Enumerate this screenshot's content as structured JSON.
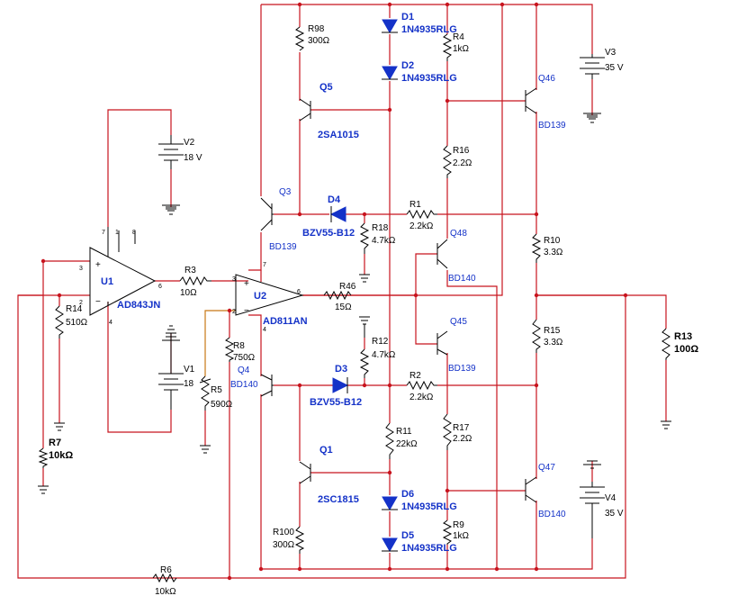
{
  "opamps": [
    {
      "ref": "U1",
      "part": "AD843JN"
    },
    {
      "ref": "U2",
      "part": "AD811AN"
    }
  ],
  "sources": [
    {
      "ref": "V1",
      "value": "18"
    },
    {
      "ref": "V2",
      "value": "18 V"
    },
    {
      "ref": "V3",
      "value": "35 V"
    },
    {
      "ref": "V4",
      "value": "35 V"
    }
  ],
  "resistors": [
    {
      "ref": "R1",
      "value": "2.2kΩ"
    },
    {
      "ref": "R2",
      "value": "2.2kΩ"
    },
    {
      "ref": "R3",
      "value": "10Ω"
    },
    {
      "ref": "R4",
      "value": "1kΩ"
    },
    {
      "ref": "R5",
      "value": "590Ω"
    },
    {
      "ref": "R6",
      "value": "10kΩ"
    },
    {
      "ref": "R7",
      "value": "10kΩ"
    },
    {
      "ref": "R8",
      "value": "750Ω"
    },
    {
      "ref": "R9",
      "value": "1kΩ"
    },
    {
      "ref": "R10",
      "value": "3.3Ω"
    },
    {
      "ref": "R11",
      "value": "22kΩ"
    },
    {
      "ref": "R12",
      "value": "4.7kΩ"
    },
    {
      "ref": "R13",
      "value": "100Ω"
    },
    {
      "ref": "R14",
      "value": "510Ω"
    },
    {
      "ref": "R15",
      "value": "3.3Ω"
    },
    {
      "ref": "R16",
      "value": "2.2Ω"
    },
    {
      "ref": "R17",
      "value": "2.2Ω"
    },
    {
      "ref": "R18",
      "value": "4.7kΩ"
    },
    {
      "ref": "R46",
      "value": "15Ω"
    },
    {
      "ref": "R98",
      "value": "300Ω"
    },
    {
      "ref": "R100",
      "value": "300Ω"
    }
  ],
  "diodes": [
    {
      "ref": "D1",
      "part": "1N4935RLG"
    },
    {
      "ref": "D2",
      "part": "1N4935RLG"
    },
    {
      "ref": "D3",
      "part": "BZV55-B12"
    },
    {
      "ref": "D4",
      "part": "BZV55-B12"
    },
    {
      "ref": "D5",
      "part": "1N4935RLG"
    },
    {
      "ref": "D6",
      "part": "1N4935RLG"
    }
  ],
  "transistors": [
    {
      "ref": "Q1",
      "part": "2SC1815"
    },
    {
      "ref": "Q3",
      "part": "BD139"
    },
    {
      "ref": "Q4",
      "part": "BD140"
    },
    {
      "ref": "Q5",
      "part": "2SA1015"
    },
    {
      "ref": "Q45",
      "part": "BD139"
    },
    {
      "ref": "Q46",
      "part": "BD139"
    },
    {
      "ref": "Q47",
      "part": "BD140"
    },
    {
      "ref": "Q48",
      "part": "BD140"
    }
  ],
  "pins": {
    "u1_in_plus": "3",
    "u1_in_minus": "2",
    "u1_v7": "7",
    "u1_v1": "1",
    "u1_v8": "8",
    "u1_out": "6",
    "u1_v4": "4",
    "u2_in_plus": "3",
    "u2_in_minus": "2",
    "u2_v7": "7",
    "u2_out": "6",
    "u2_v4": "4",
    "plus": "+",
    "minus": "−"
  }
}
